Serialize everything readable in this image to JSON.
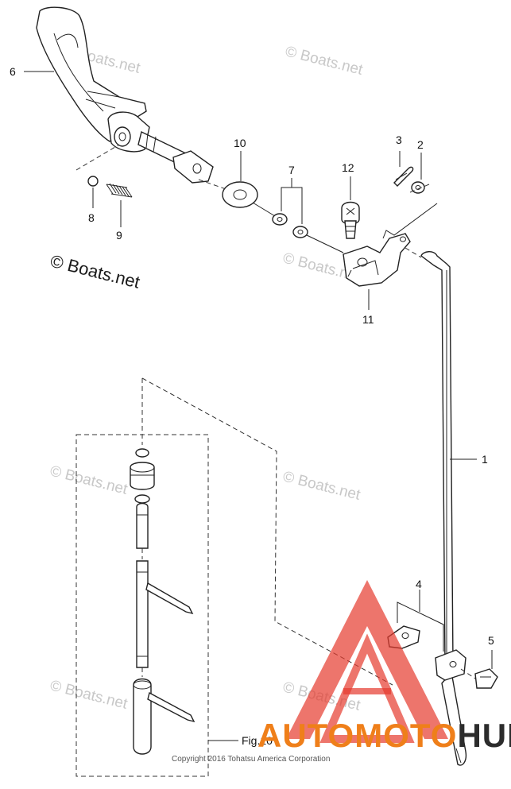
{
  "diagram": {
    "callouts": [
      {
        "id": "c1",
        "label": "1"
      },
      {
        "id": "c2",
        "label": "2"
      },
      {
        "id": "c3",
        "label": "3"
      },
      {
        "id": "c4",
        "label": "4"
      },
      {
        "id": "c5",
        "label": "5"
      },
      {
        "id": "c6",
        "label": "6"
      },
      {
        "id": "c7",
        "label": "7"
      },
      {
        "id": "c8",
        "label": "8"
      },
      {
        "id": "c9",
        "label": "9"
      },
      {
        "id": "c10",
        "label": "10"
      },
      {
        "id": "c11",
        "label": "11"
      },
      {
        "id": "c12",
        "label": "12"
      }
    ],
    "figure_ref": "Fig.10",
    "copyright": "Copyright 2016 Tohatsu America Corporation"
  },
  "watermarks": {
    "faint": "© Boats.net",
    "main": "© Boats.net"
  },
  "brand": {
    "part_a": "AUTO",
    "part_b": "MOTO",
    "part_c": "HUB",
    "colors": {
      "orange": "#ef7f1a",
      "red": "#e63a2e",
      "dark": "#2c2c2c"
    }
  }
}
